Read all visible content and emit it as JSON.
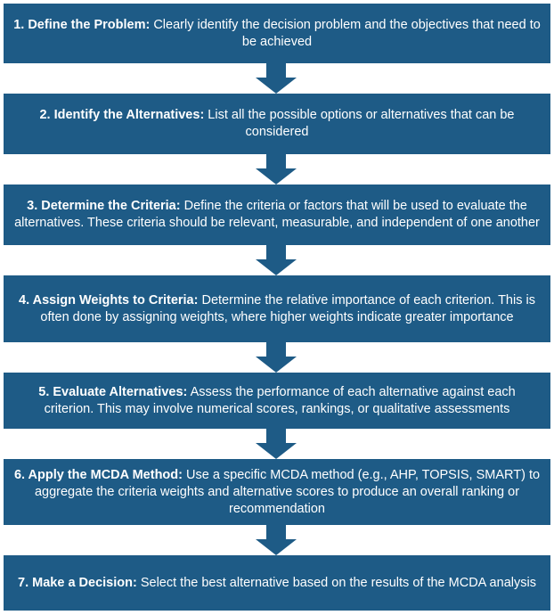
{
  "steps": [
    {
      "title": "1. Define the Problem:",
      "text": " Clearly identify the decision problem and the objectives that need to be achieved"
    },
    {
      "title": "2. Identify the Alternatives:",
      "text": " List all the possible options or alternatives that can be considered"
    },
    {
      "title": "3. Determine the Criteria:",
      "text": " Define the criteria or factors that will be used to evaluate the alternatives. These criteria should be relevant, measurable, and independent of one another"
    },
    {
      "title": "4. Assign Weights to Criteria:",
      "text": " Determine the relative importance of each criterion. This is often done by assigning weights, where higher weights indicate greater importance"
    },
    {
      "title": "5. Evaluate Alternatives:",
      "text": " Assess the performance of each alternative against each criterion. This may involve numerical scores, rankings, or qualitative assessments"
    },
    {
      "title": "6. Apply the MCDA Method:",
      "text": " Use a specific MCDA method (e.g., AHP, TOPSIS, SMART) to aggregate the criteria weights and alternative scores to produce an overall ranking or recommendation"
    },
    {
      "title": "7. Make a Decision:",
      "text": " Select the best alternative based on the results of the MCDA analysis"
    }
  ],
  "colors": {
    "box_fill": "#1e5b86",
    "text": "#ffffff",
    "arrow": "#1e5b86"
  }
}
